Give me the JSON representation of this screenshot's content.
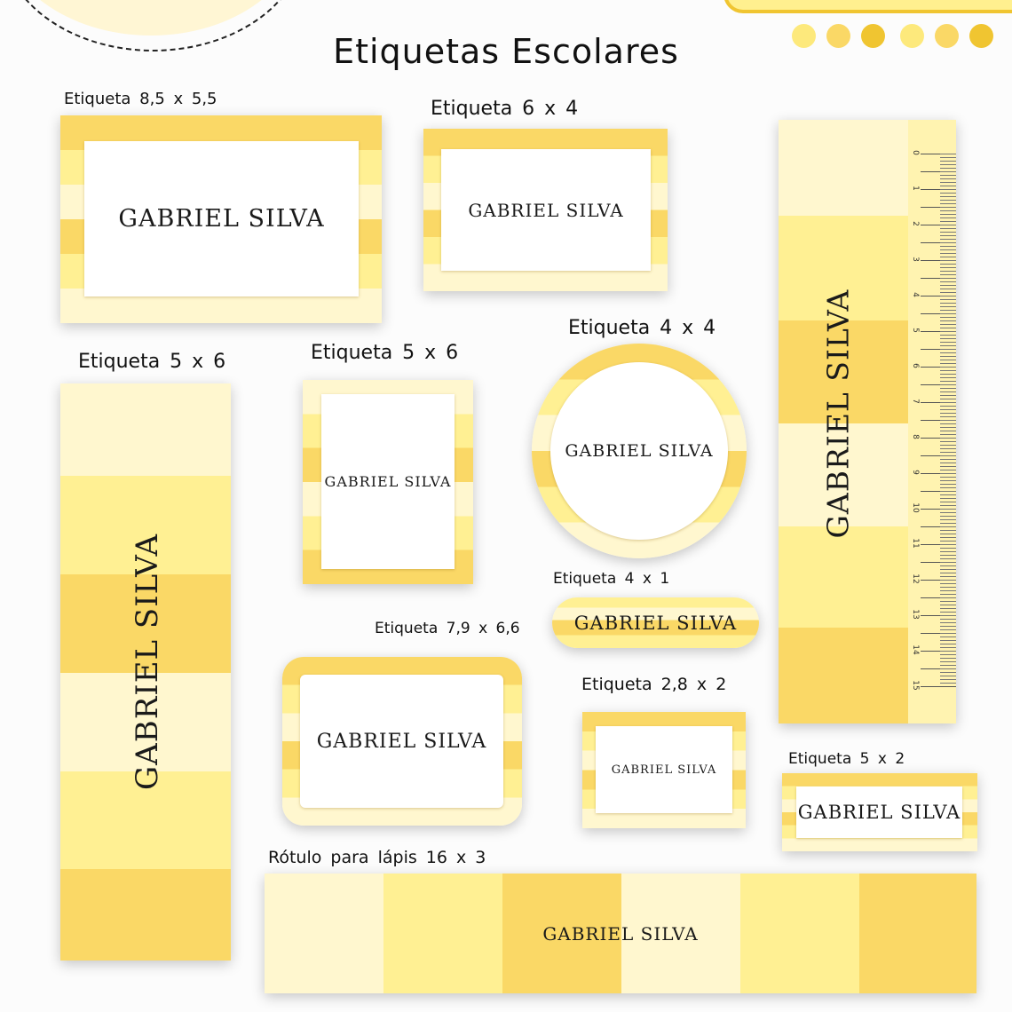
{
  "page": {
    "title": "Etiquetas Escolares",
    "background": "#fcfcfc"
  },
  "palette": {
    "dark": "#fad866",
    "mid": "#fff093",
    "light": "#fff7cf",
    "accent": "#f0c531",
    "dots": [
      "#fde97c",
      "#fad866",
      "#f0c531",
      "#fde97c",
      "#fad866",
      "#f0c531"
    ]
  },
  "name_text": "GABRIEL SILVA",
  "labels": [
    {
      "id": "l1",
      "caption": "Etiqueta 8,5 x 5,5",
      "name": "GABRIEL SILVA"
    },
    {
      "id": "l2",
      "caption": "Etiqueta 6 x 4",
      "name": "GABRIEL SILVA"
    },
    {
      "id": "l3",
      "caption": "Etiqueta 5 x 6",
      "name": "GABRIEL SILVA",
      "orientation": "vertical"
    },
    {
      "id": "l4",
      "caption": "Etiqueta 5 x 6",
      "name": "GABRIEL SILVA"
    },
    {
      "id": "l5",
      "caption": "Etiqueta 4 x 4",
      "name": "GABRIEL SILVA",
      "shape": "circle"
    },
    {
      "id": "l6",
      "caption": "Etiqueta 4 x 1",
      "name": "GABRIEL SILVA",
      "shape": "pill"
    },
    {
      "id": "l7",
      "caption": "Etiqueta 7,9 x 6,6",
      "name": "GABRIEL SILVA",
      "shape": "rounded"
    },
    {
      "id": "l8",
      "caption": "Etiqueta 2,8 x 2",
      "name": "GABRIEL SILVA"
    },
    {
      "id": "l9",
      "caption": "Etiqueta 5 x 2",
      "name": "GABRIEL SILVA"
    },
    {
      "id": "l10",
      "caption": "Rótulo para lápis 16 x 3",
      "name": "GABRIEL SILVA"
    }
  ],
  "ruler": {
    "name": "GABRIEL SILVA",
    "scale_numbers": [
      "0",
      "1",
      "2",
      "3",
      "4",
      "5",
      "6",
      "7",
      "8",
      "9",
      "10",
      "11",
      "12",
      "13",
      "14",
      "15"
    ]
  }
}
